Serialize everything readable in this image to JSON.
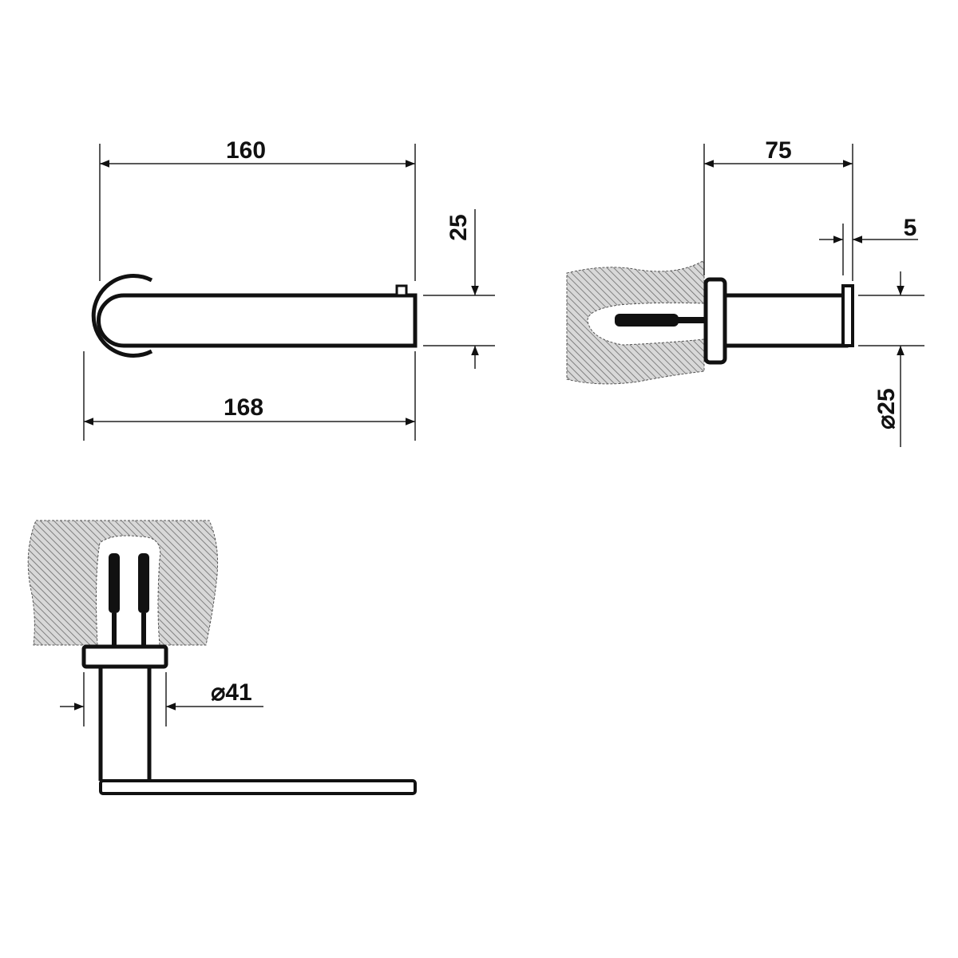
{
  "dimensions": {
    "front_length": "160",
    "front_height": "25",
    "front_total_length": "168",
    "side_depth": "75",
    "side_cap": "5",
    "side_diameter": "⌀25",
    "bottom_rosette_diameter": "⌀41"
  },
  "colors": {
    "line": "#111111",
    "hatch": "#777777"
  }
}
